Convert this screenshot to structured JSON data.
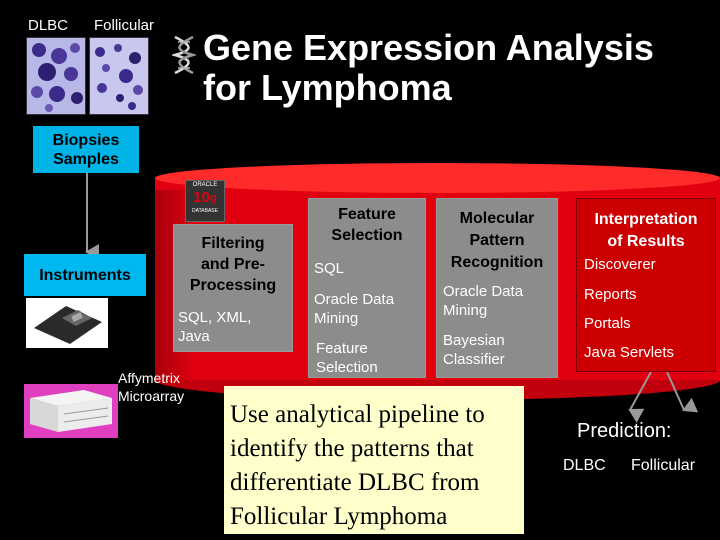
{
  "header": {
    "dlbc_label": "DLBC",
    "follicular_label": "Follicular",
    "title_line1": "Gene Expression Analysis",
    "title_line2": "for Lymphoma"
  },
  "boxes": {
    "biopsies_line1": "Biopsies",
    "biopsies_line2": "Samples",
    "instruments": "Instruments",
    "affymetrix_line1": "Affymetrix",
    "affymetrix_line2": "Microarray"
  },
  "oracle_logo": {
    "brand": "ORACLE",
    "version": "10",
    "suffix": "g",
    "sub": "DATABASE"
  },
  "panels": {
    "filtering": {
      "head_line1": "Filtering",
      "head_line2": "and Pre-",
      "head_line3": "Processing",
      "text_line1": "SQL, XML,",
      "text_line2": "Java"
    },
    "feature": {
      "head_line1": "Feature",
      "head_line2": "Selection",
      "item1": "SQL",
      "item2_line1": "Oracle Data",
      "item2_line2": "Mining",
      "item3_line1": "Feature",
      "item3_line2": "Selection"
    },
    "molecular": {
      "head_line1": "Molecular",
      "head_line2": "Pattern",
      "head_line3": "Recognition",
      "item1_line1": "Oracle Data",
      "item1_line2": "Mining",
      "item2_line1": "Bayesian",
      "item2_line2": "Classifier"
    },
    "interpretation": {
      "head_line1": "Interpretation",
      "head_line2": "of Results",
      "item1": "Discoverer",
      "item2": "Reports",
      "item3": "Portals",
      "item4": "Java Servlets"
    }
  },
  "note": {
    "line1": "Use analytical pipeline to",
    "line2": "identify the patterns that",
    "line3": "differentiate DLBC from",
    "line4": "Follicular Lymphoma"
  },
  "prediction": {
    "label": "Prediction:",
    "left": "DLBC",
    "right": "Follicular"
  },
  "colors": {
    "cylinder": "#e00010",
    "cyan_box": "#00b3e6",
    "note_bg": "#ffffcc",
    "panel_grey": "#8c8c8c"
  },
  "icons": {
    "dna": "dna-helix-icon",
    "oracle": "oracle-10g-logo"
  }
}
